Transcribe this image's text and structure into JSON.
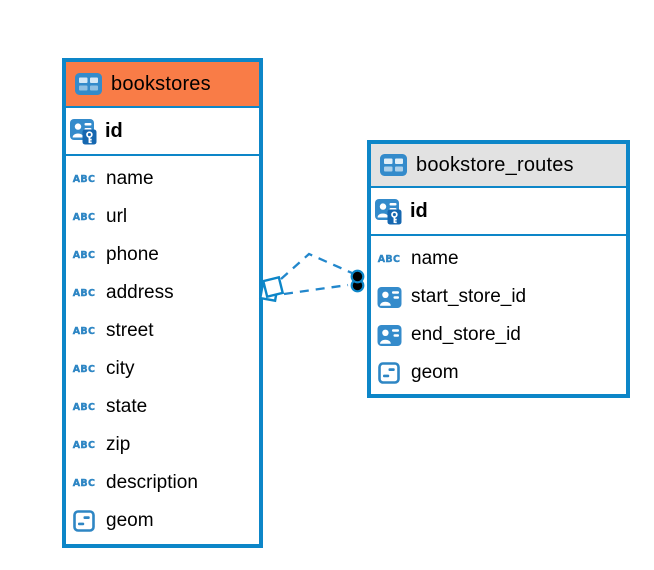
{
  "diagram": {
    "colors": {
      "table_border_blue": "#0d86c8",
      "icon_blue": "#348bcb",
      "text_type_blue": "#2e86c4",
      "key_badge_blue": "#1567b0",
      "bookstores_header_orange": "#f97c47",
      "routes_header_gray": "#e2e2e2",
      "relationship_line_blue": "#2287cc",
      "endpoint_dot_black": "#000000"
    },
    "icons": {
      "text_column_label": "ABC"
    },
    "tables": [
      {
        "name": "bookstores",
        "icon": "table-icon",
        "header_color": "#f97c47",
        "primary_key": {
          "name": "id",
          "icon": "primary-key-icon"
        },
        "columns": [
          {
            "name": "name",
            "icon": "text-column-icon"
          },
          {
            "name": "url",
            "icon": "text-column-icon"
          },
          {
            "name": "phone",
            "icon": "text-column-icon"
          },
          {
            "name": "address",
            "icon": "text-column-icon"
          },
          {
            "name": "street",
            "icon": "text-column-icon"
          },
          {
            "name": "city",
            "icon": "text-column-icon"
          },
          {
            "name": "state",
            "icon": "text-column-icon"
          },
          {
            "name": "zip",
            "icon": "text-column-icon"
          },
          {
            "name": "description",
            "icon": "text-column-icon"
          },
          {
            "name": "geom",
            "icon": "geometry-column-icon"
          }
        ]
      },
      {
        "name": "bookstore_routes",
        "icon": "table-icon",
        "header_color": "#e2e2e2",
        "primary_key": {
          "name": "id",
          "icon": "primary-key-icon"
        },
        "columns": [
          {
            "name": "name",
            "icon": "text-column-icon"
          },
          {
            "name": "start_store_id",
            "icon": "reference-column-icon"
          },
          {
            "name": "end_store_id",
            "icon": "reference-column-icon"
          },
          {
            "name": "geom",
            "icon": "geometry-column-icon"
          }
        ]
      }
    ],
    "relationships": [
      {
        "from": "bookstores",
        "to": "bookstore_routes",
        "line_style": "dashed"
      },
      {
        "from": "bookstores",
        "to": "bookstore_routes",
        "line_style": "dashed"
      }
    ]
  }
}
